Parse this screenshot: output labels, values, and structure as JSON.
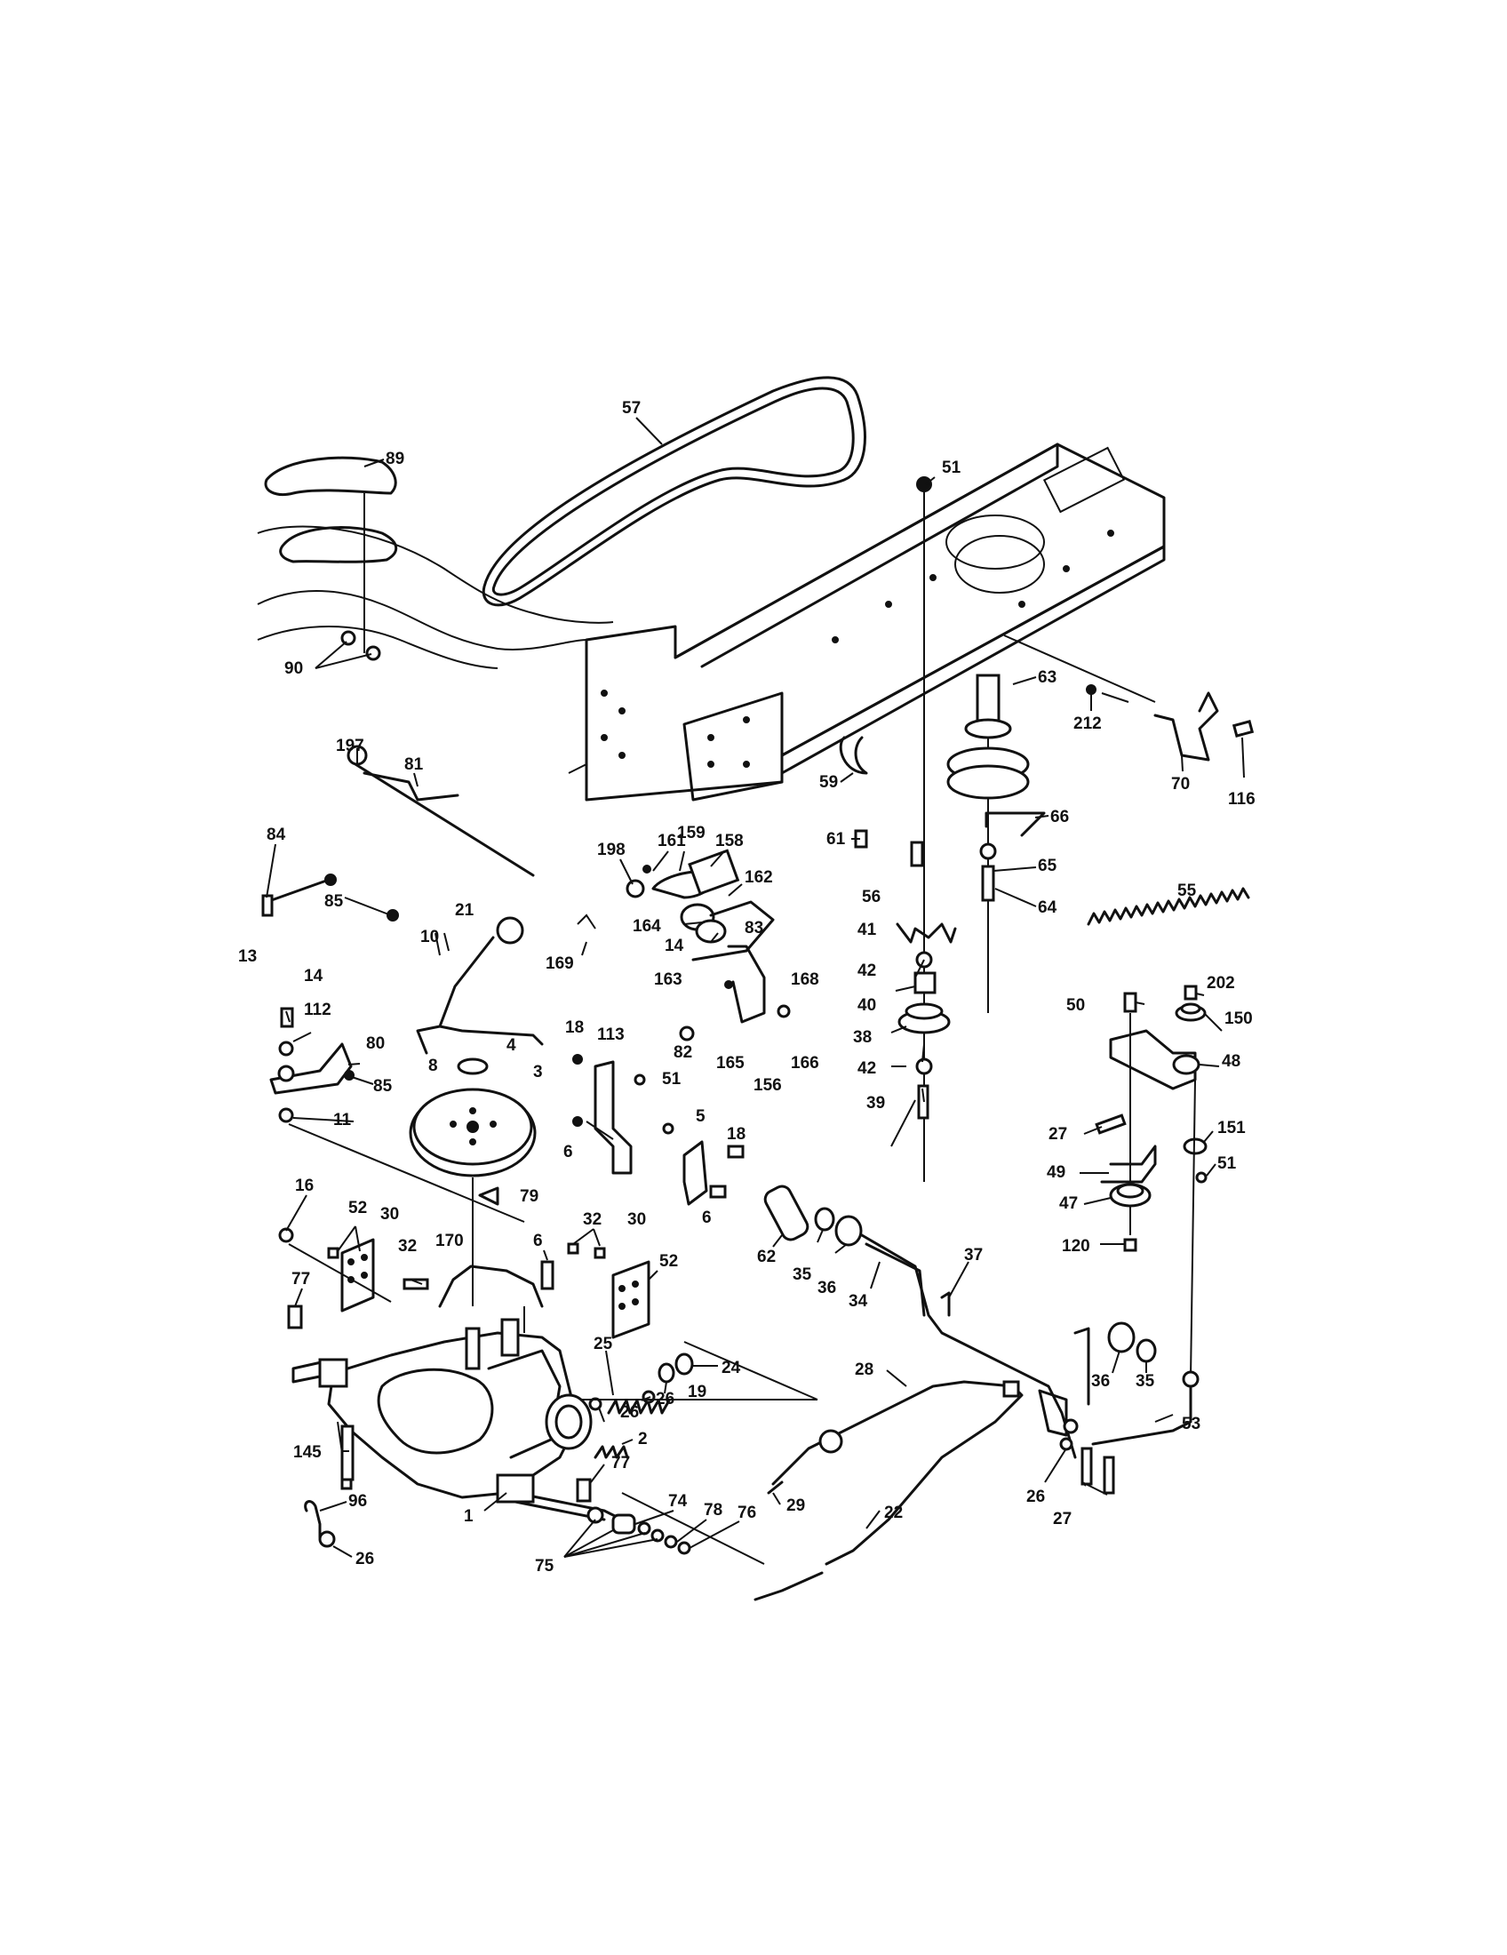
{
  "diagram": {
    "callouts": [
      "57",
      "51",
      "89",
      "90",
      "63",
      "212",
      "70",
      "116",
      "197",
      "81",
      "59",
      "61",
      "66",
      "84",
      "198",
      "161",
      "159",
      "158",
      "162",
      "85",
      "21",
      "169",
      "56",
      "65",
      "64",
      "55",
      "13",
      "14",
      "112",
      "80",
      "10",
      "164",
      "14",
      "163",
      "83",
      "168",
      "41",
      "42",
      "40",
      "38",
      "42",
      "39",
      "8",
      "82",
      "165",
      "156",
      "166",
      "18",
      "113",
      "51",
      "5",
      "18",
      "6",
      "6",
      "4",
      "3",
      "79",
      "11",
      "85",
      "50",
      "202",
      "150",
      "48",
      "27",
      "151",
      "51",
      "49",
      "47",
      "120",
      "16",
      "52",
      "30",
      "32",
      "170",
      "6",
      "32",
      "30",
      "52",
      "62",
      "35",
      "36",
      "34",
      "37",
      "77",
      "25",
      "26",
      "19",
      "24",
      "26",
      "2",
      "145",
      "28",
      "36",
      "35",
      "53",
      "77",
      "29",
      "22",
      "74",
      "78",
      "76",
      "75",
      "96",
      "26",
      "1",
      "26",
      "27"
    ]
  }
}
